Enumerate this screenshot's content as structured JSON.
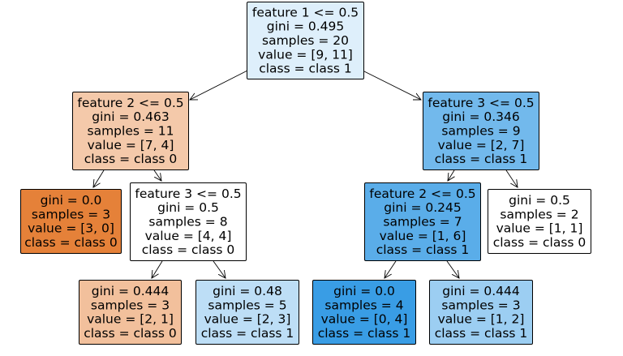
{
  "nodes": [
    {
      "id": "n0",
      "lines": [
        "feature 1 <= 0.5",
        "gini = 0.495",
        "samples = 20",
        "value = [9, 11]",
        "class = class 1"
      ],
      "fill": "#deeffb"
    },
    {
      "id": "n1",
      "lines": [
        "feature 2 <= 0.5",
        "gini = 0.463",
        "samples = 11",
        "value = [7, 4]",
        "class = class 0"
      ],
      "fill": "#f4c9aa"
    },
    {
      "id": "n2",
      "lines": [
        "gini = 0.0",
        "samples = 3",
        "value = [3, 0]",
        "class = class 0"
      ],
      "fill": "#e58139"
    },
    {
      "id": "n3",
      "lines": [
        "feature 3 <= 0.5",
        "gini = 0.5",
        "samples = 8",
        "value = [4, 4]",
        "class = class 0"
      ],
      "fill": "#ffffff"
    },
    {
      "id": "n4",
      "lines": [
        "gini = 0.444",
        "samples = 3",
        "value = [2, 1]",
        "class = class 0"
      ],
      "fill": "#f2c09c"
    },
    {
      "id": "n5",
      "lines": [
        "gini = 0.48",
        "samples = 5",
        "value = [2, 3]",
        "class = class 1"
      ],
      "fill": "#bddef6"
    },
    {
      "id": "n6",
      "lines": [
        "feature 3 <= 0.5",
        "gini = 0.346",
        "samples = 9",
        "value = [2, 7]",
        "class = class 1"
      ],
      "fill": "#72b9ec"
    },
    {
      "id": "n7",
      "lines": [
        "feature 2 <= 0.5",
        "gini = 0.245",
        "samples = 7",
        "value = [1, 6]",
        "class = class 1"
      ],
      "fill": "#5aade9"
    },
    {
      "id": "n8",
      "lines": [
        "gini = 0.0",
        "samples = 4",
        "value = [0, 4]",
        "class = class 1"
      ],
      "fill": "#399de5"
    },
    {
      "id": "n9",
      "lines": [
        "gini = 0.444",
        "samples = 3",
        "value = [1, 2]",
        "class = class 1"
      ],
      "fill": "#9ccef2"
    },
    {
      "id": "n10",
      "lines": [
        "gini = 0.5",
        "samples = 2",
        "value = [1, 1]",
        "class = class 0"
      ],
      "fill": "#ffffff"
    }
  ],
  "edges": [
    [
      "n0",
      "n1"
    ],
    [
      "n0",
      "n6"
    ],
    [
      "n1",
      "n2"
    ],
    [
      "n1",
      "n3"
    ],
    [
      "n3",
      "n4"
    ],
    [
      "n3",
      "n5"
    ],
    [
      "n6",
      "n7"
    ],
    [
      "n6",
      "n10"
    ],
    [
      "n7",
      "n8"
    ],
    [
      "n7",
      "n9"
    ]
  ]
}
